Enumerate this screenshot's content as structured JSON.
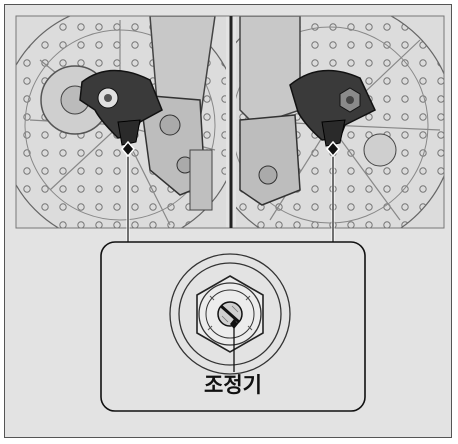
{
  "figure": {
    "callout_label": "조정기",
    "panels": [
      "left-fork-view",
      "right-fork-view"
    ]
  },
  "colors": {
    "background": "#e3e3e3",
    "photo_bg": "#d8d8d8",
    "line": "#111111",
    "part_dark": "#3a3a3a"
  }
}
